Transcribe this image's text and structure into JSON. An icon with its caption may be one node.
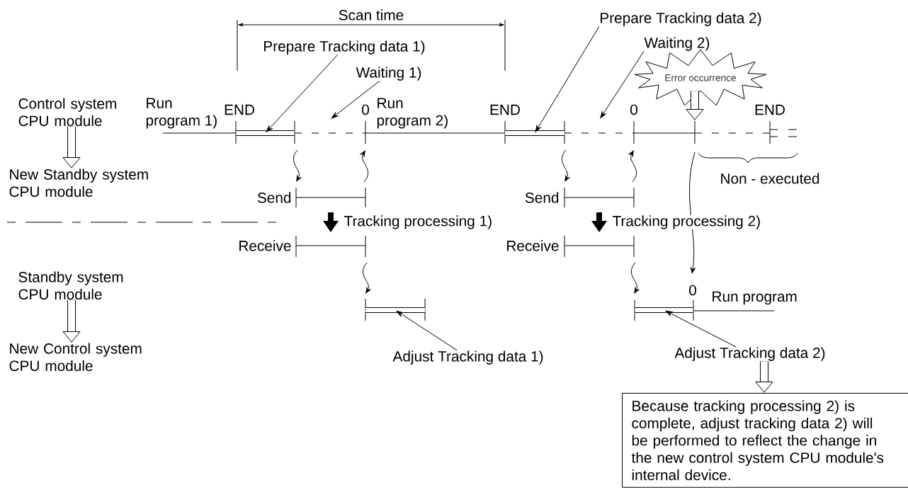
{
  "diagram": {
    "nodes": [
      {
        "text": [
          "Control system CPU module"
        ]
      },
      {
        "text": [
          "New Standby system CPU module"
        ]
      },
      {
        "text": [
          "Standby system CPU module"
        ]
      },
      {
        "text": [
          "New Control system CPU module"
        ]
      },
      {
        "text": [
          "Prepare Tracking data 1)"
        ]
      },
      {
        "text": [
          "Waiting 1)"
        ]
      },
      {
        "text": [
          "Prepare Tracking data 2)"
        ]
      },
      {
        "text": [
          "Waiting 2)"
        ]
      },
      {
        "text": [
          "Error occurrence"
        ]
      },
      {
        "text": [
          "Adjust Tracking data 1)"
        ]
      },
      {
        "text": [
          "Adjust Tracking data 2)"
        ]
      },
      {
        "text": [
          "Because tracking processing 2) is complete, adjust tracking data 2) will be performed to reflect the change in the new control system CPU module's internal device."
        ]
      },
      {
        "text": [],
        "shape": "bar"
      },
      {
        "text": [],
        "shape": "bar"
      },
      {
        "text": [],
        "shape": "bar"
      },
      {
        "text": [],
        "shape": "bar"
      }
    ],
    "edges": [
      {
        "from": 0,
        "to": 1,
        "arrow": "to",
        "style": "thick"
      },
      {
        "from": 2,
        "to": 3,
        "arrow": "to",
        "style": "thick"
      },
      {
        "from": 4,
        "to": 12,
        "arrow": "to"
      },
      {
        "from": 5,
        "to": null,
        "arrow": "to"
      },
      {
        "from": 6,
        "to": 13,
        "arrow": "to"
      },
      {
        "from": 7,
        "to": null,
        "arrow": "to"
      },
      {
        "from": 8,
        "to": null,
        "arrow": "to",
        "style": "thick"
      },
      {
        "from": 9,
        "to": 14,
        "arrow": "to"
      },
      {
        "from": 10,
        "to": 15,
        "arrow": "to"
      },
      {
        "from": 10,
        "to": 11,
        "arrow": "to",
        "style": "thick"
      }
    ],
    "labels": [
      "Scan time",
      "Run program 1)",
      "END",
      "0",
      "Run program 2)",
      "END",
      "0",
      "END",
      "Non - executed",
      "Send",
      "Send",
      "Tracking processing 1)",
      "Tracking processing 2)",
      "Receive",
      "Receive",
      "0",
      "Run program"
    ]
  }
}
